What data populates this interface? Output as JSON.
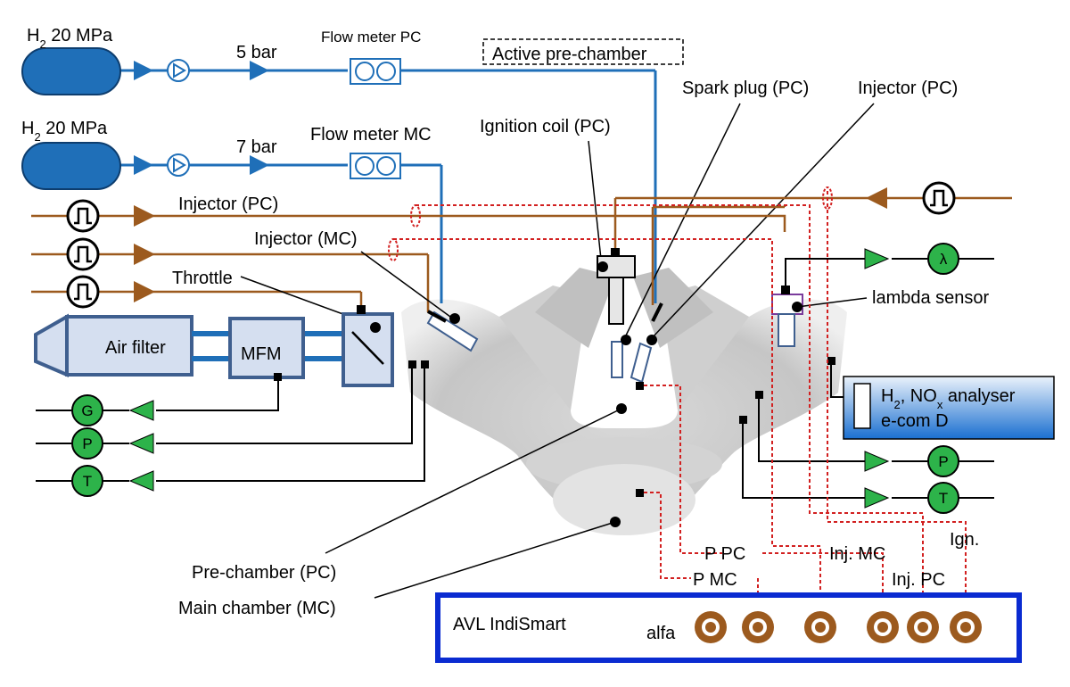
{
  "tanks": [
    {
      "label_main": "H",
      "label_sub": "2",
      "label_rest": " 20 MPa"
    },
    {
      "label_main": "H",
      "label_sub": "2",
      "label_rest": " 20 MPa"
    }
  ],
  "pressure_pc": "5 bar",
  "pressure_mc": "7 bar",
  "flow_meter_pc": "Flow meter PC",
  "flow_meter_mc": "Flow meter MC",
  "active_prechamber": "Active pre-chamber",
  "spark_plug": "Spark plug (PC)",
  "injector_pc_top": "Injector (PC)",
  "ignition_coil": "Ignition coil (PC)",
  "injector_pc_left": "Injector (PC)",
  "injector_mc": "Injector (MC)",
  "throttle": "Throttle",
  "air_filter": "Air filter",
  "mfm": "MFM",
  "sensors_left": [
    "G",
    "P",
    "T"
  ],
  "sensors_right": [
    "P",
    "T"
  ],
  "lambda_symbol": "λ",
  "lambda_sensor": "lambda sensor",
  "analyser_line1_a": "H",
  "analyser_line1_sub": "2",
  "analyser_line1_b": ", NO",
  "analyser_line1_sub2": "x",
  "analyser_line1_c": " analyser",
  "analyser_line2": "e-com D",
  "pre_chamber": "Pre-chamber (PC)",
  "main_chamber": "Main chamber (MC)",
  "p_pc": "P  PC",
  "p_mc": "P  MC",
  "inj_mc": "Inj. MC",
  "inj_pc": "Inj. PC",
  "ign": "Ign.",
  "avl": "AVL IndiSmart",
  "alfa": "alfa",
  "colors": {
    "gas_blue": "#1f6fb8",
    "signal_brown": "#9c5a1e",
    "sensor_green": "#2db34a",
    "dashed_red": "#d22020",
    "box_blue": "#0a2bd1",
    "filter_fill": "#d5dff0",
    "filter_border": "#3f5f8f"
  }
}
